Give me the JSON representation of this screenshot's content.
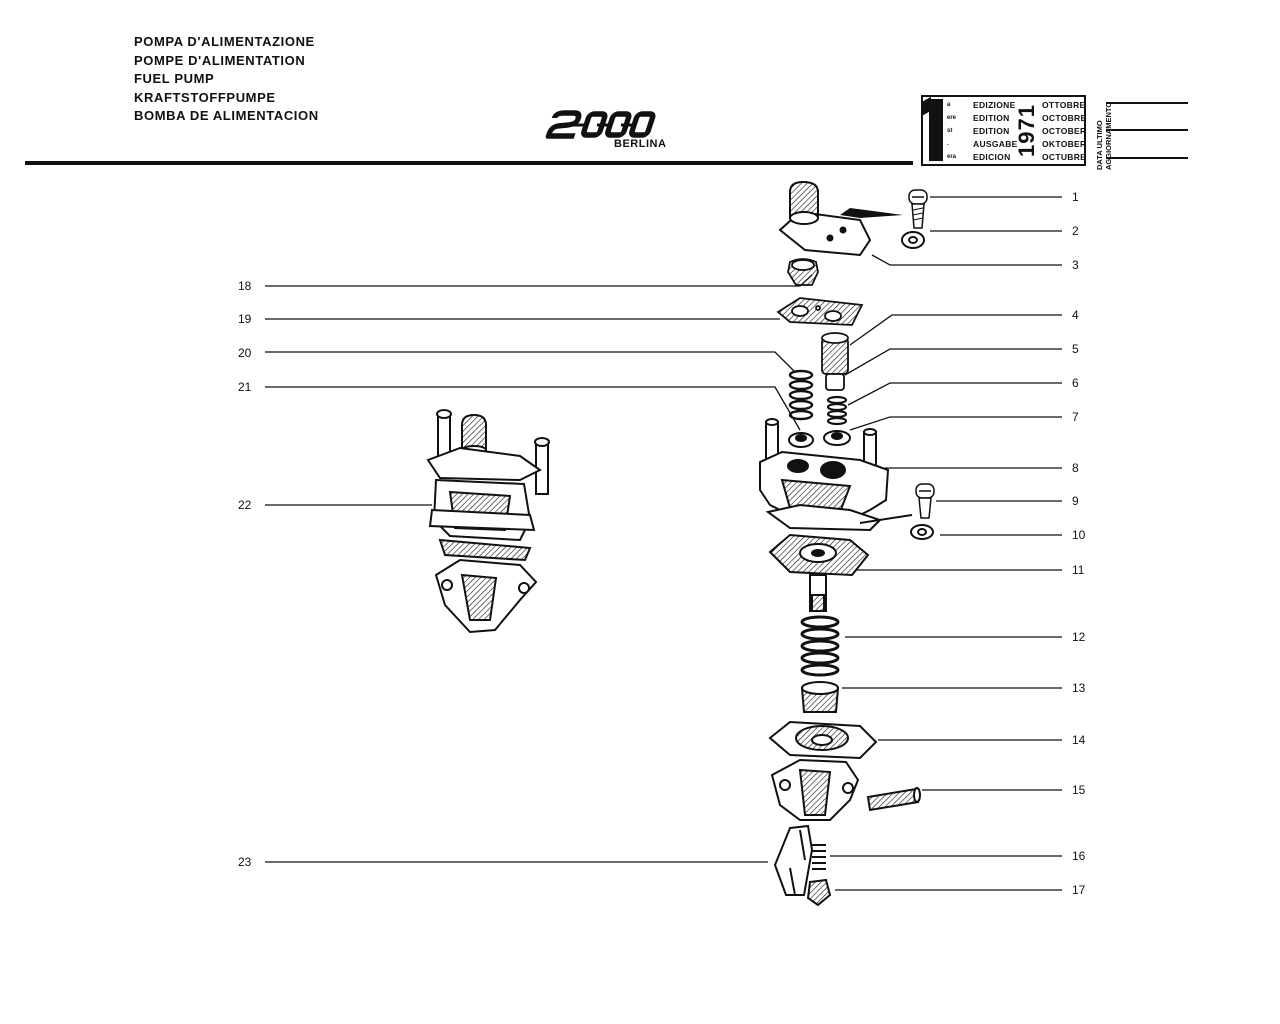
{
  "header": {
    "titles": [
      "POMPA D'ALIMENTAZIONE",
      "POMPE D'ALIMENTATION",
      "FUEL PUMP",
      "KRAFTSTOFFPUMPE",
      "BOMBA DE ALIMENTACION"
    ],
    "brand": "2000",
    "brand_sub": "BERLINA"
  },
  "edition": {
    "number": "1",
    "rows": [
      {
        "suffix": "a",
        "word": "EDIZIONE",
        "month": "OTTOBRE"
      },
      {
        "suffix": "ere",
        "word": "EDITION",
        "month": "OCTOBRE"
      },
      {
        "suffix": "st",
        "word": "EDITION",
        "month": "OCTOBER"
      },
      {
        "suffix": ".",
        "word": "AUSGABE",
        "month": "OKTOBER"
      },
      {
        "suffix": "era",
        "word": "EDICION",
        "month": "OCTUBRE"
      }
    ],
    "year": "1971",
    "stamp_line1": "DATA ULTIMO",
    "stamp_line2": "AGGIORNAMENTO"
  },
  "callouts_right": [
    "1",
    "2",
    "3",
    "4",
    "5",
    "6",
    "7",
    "8",
    "9",
    "10",
    "11",
    "12",
    "13",
    "14",
    "15",
    "16",
    "17"
  ],
  "callouts_left": [
    "18",
    "19",
    "20",
    "21",
    "22",
    "23"
  ]
}
